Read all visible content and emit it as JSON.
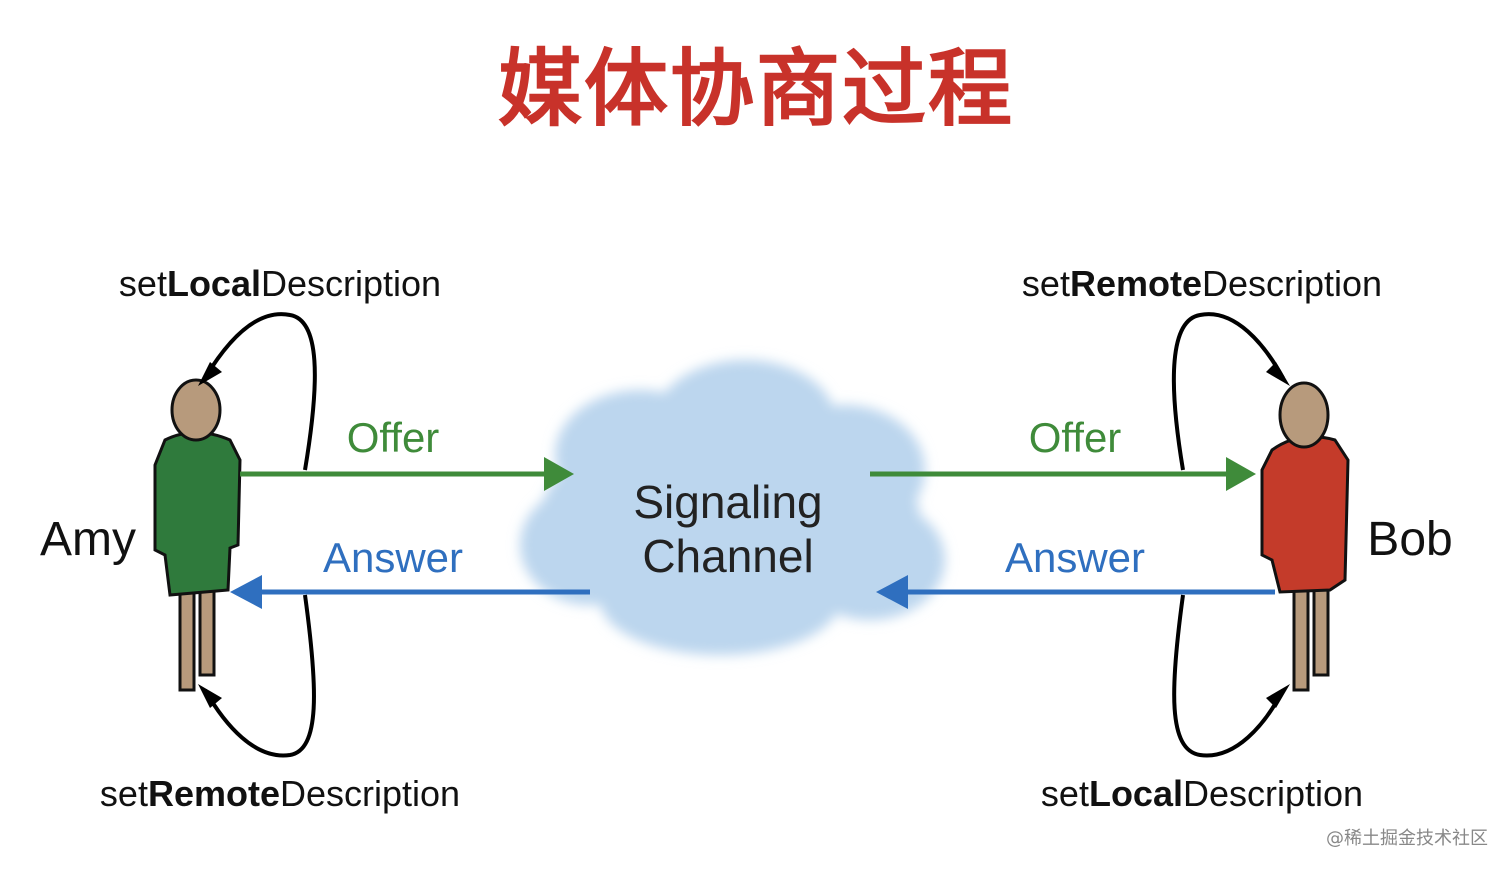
{
  "title": "媒体协商过程",
  "cloud": {
    "line1": "Signaling",
    "line2": "Channel"
  },
  "left_person": {
    "name": "Amy",
    "top_call": {
      "prefix": "set",
      "bold": "Local",
      "suffix": "Description"
    },
    "bottom_call": {
      "prefix": "set",
      "bold": "Remote",
      "suffix": "Description"
    },
    "clothing_color": "#2f7a3c"
  },
  "right_person": {
    "name": "Bob",
    "top_call": {
      "prefix": "set",
      "bold": "Remote",
      "suffix": "Description"
    },
    "bottom_call": {
      "prefix": "set",
      "bold": "Local",
      "suffix": "Description"
    },
    "clothing_color": "#c43b2a"
  },
  "messages": {
    "offer": "Offer",
    "answer": "Answer"
  },
  "colors": {
    "title": "#c8322a",
    "offer": "#3f8b3a",
    "answer": "#2f6fbf",
    "cloud": "#bcd6ee",
    "skin": "#b79a7c"
  },
  "watermark": "@稀土掘金技术社区"
}
